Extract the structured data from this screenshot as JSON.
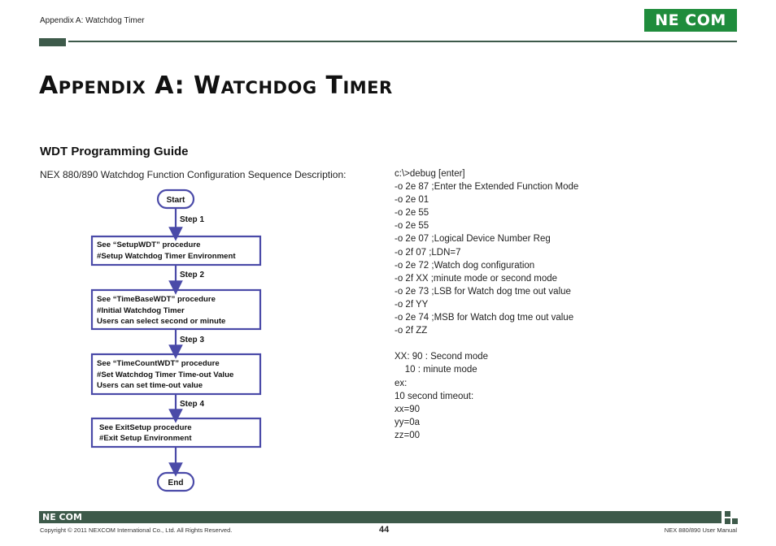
{
  "header": {
    "breadcrumb": "Appendix A: Watchdog Timer",
    "logo_text": "NE COM"
  },
  "title": "Appendix A: Watchdog Timer",
  "section": {
    "heading": "WDT Programming Guide",
    "intro": "NEX 880/890 Watchdog Function Configuration Sequence Description:"
  },
  "flowchart": {
    "start": "Start",
    "end": "End",
    "steps": [
      {
        "label": "Step 1",
        "lines": [
          "See “SetupWDT” procedure",
          "#Setup Watchdog Timer Environment"
        ]
      },
      {
        "label": "Step 2",
        "lines": [
          "See “TimeBaseWDT” procedure",
          "#Initial Watchdog Timer",
          "Users can select second or minute"
        ]
      },
      {
        "label": "Step 3",
        "lines": [
          "See “TimeCountWDT” procedure",
          "#Set Watchdog Timer Time-out Value",
          "Users can set time-out value"
        ]
      },
      {
        "label": "Step 4",
        "lines": [
          "See ExitSetup procedure",
          "#Exit Setup Environment"
        ]
      }
    ]
  },
  "code_lines": [
    "c:\\>debug [enter]",
    "-o 2e 87 ;Enter the Extended Function Mode",
    "-o 2e 01",
    "-o 2e 55",
    "-o 2e 55",
    "-o 2e 07 ;Logical Device Number Reg",
    "-o 2f 07 ;LDN=7",
    "-o 2e 72 ;Watch dog configuration",
    "-o 2f XX ;minute mode or second mode",
    "-o 2e 73 ;LSB for Watch dog tme out value",
    "-o 2f YY",
    "-o 2e 74 ;MSB for Watch dog tme out value",
    "-o 2f ZZ",
    "",
    "XX: 90 : Second mode",
    "    10 : minute mode",
    "ex:",
    "10 second timeout:",
    "xx=90",
    "yy=0a",
    "zz=00"
  ],
  "footer": {
    "logo_text": "NE COM",
    "copyright": "Copyright © 2011 NEXCOM International Co., Ltd. All Rights Reserved.",
    "page_number": "44",
    "manual_name": "NEX 880/890 User Manual"
  },
  "colors": {
    "brand_green": "#1f8c3c",
    "bar_dark": "#3d5a4a",
    "flow_blue": "#4a4aa8"
  }
}
